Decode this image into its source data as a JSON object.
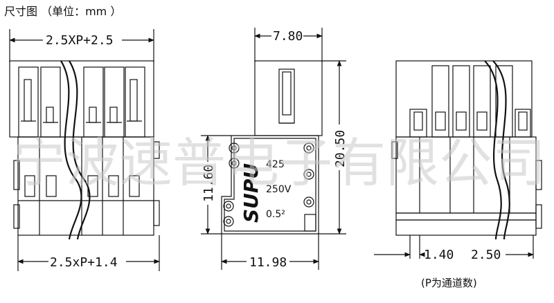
{
  "title": "尺寸图 （单位：mm ）",
  "watermark": "宁波速普电子有限公司",
  "footnote": "(P为通道数)",
  "dimensions": {
    "top_left": "2.5XP+2.5",
    "bottom_left": "2.5xP+1.4",
    "top_middle": "7.80",
    "right_middle_height": "20.50",
    "left_middle_height": "11.60",
    "bottom_middle": "11.98",
    "right_pitch_a": "1.40",
    "right_pitch_b": "2.50"
  },
  "label": {
    "brand": "SUPU",
    "spec_current": "425",
    "spec_voltage": "250V",
    "spec_wire": "0.5²"
  }
}
